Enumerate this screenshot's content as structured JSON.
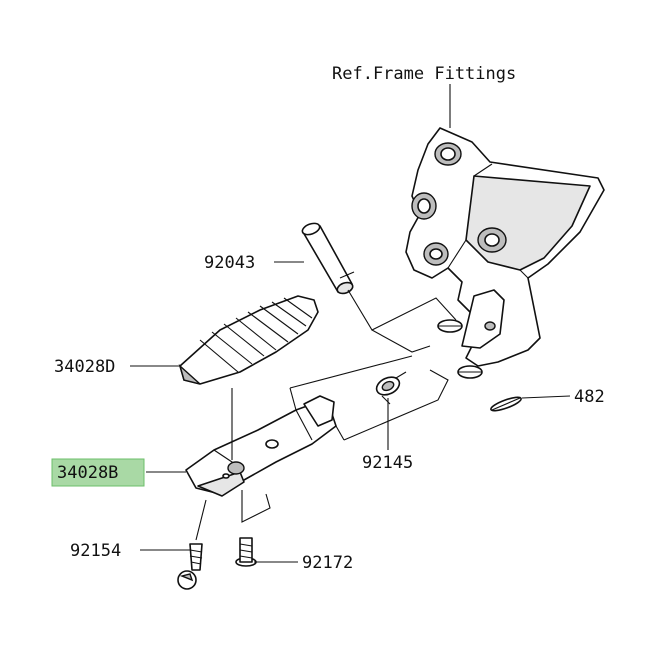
{
  "labels": {
    "ref_frame": "Ref.Frame Fittings",
    "p92043": "92043",
    "p34028D": "34028D",
    "p482": "482",
    "p92145": "92145",
    "p34028B": "34028B",
    "p92154": "92154",
    "p92172": "92172"
  },
  "highlight": {
    "part": "34028B",
    "color": "#a9d9a5",
    "border": "#6cbf6a"
  }
}
